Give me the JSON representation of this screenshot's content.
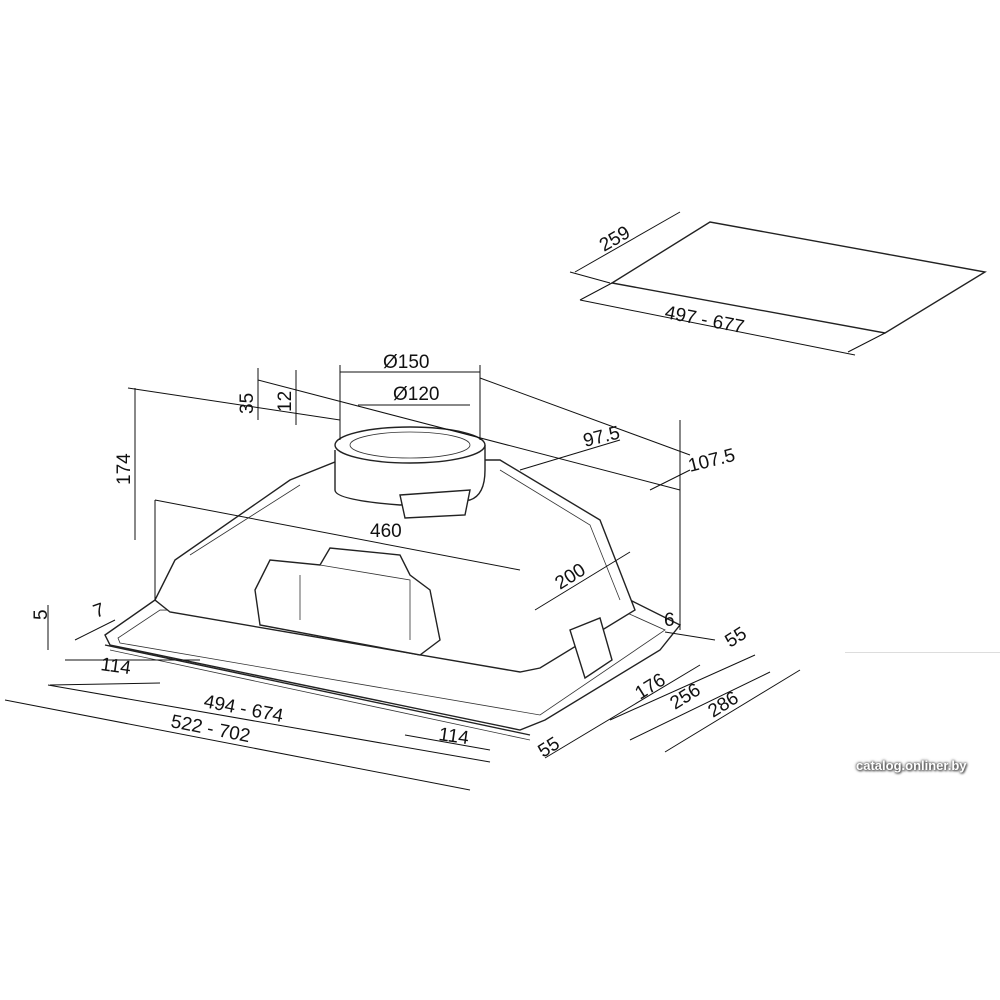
{
  "drawing": {
    "cutout": {
      "depth": "259",
      "width": "497 - 677"
    },
    "outlet": {
      "outer_diameter": "Ø150",
      "inner_diameter": "Ø120",
      "collar_height": "35",
      "inner_height": "12",
      "offset_inner": "97.5",
      "offset_outer": "107.5"
    },
    "body": {
      "height": "174",
      "hood_width": "460",
      "hood_depth": "200",
      "frame_thickness": "5",
      "frame_lip": "7",
      "edge_gap": "6"
    },
    "front": {
      "bracket_left": "114",
      "bracket_right": "114",
      "inner_width": "494 - 674",
      "outer_width": "522 - 702"
    },
    "side": {
      "front_offset": "55",
      "rear_offset": "55",
      "depth_176": "176",
      "depth_256": "256",
      "depth_286": "286"
    }
  },
  "watermark": "catalog.onliner.by",
  "colors": {
    "line": "#111111",
    "background": "#ffffff"
  }
}
